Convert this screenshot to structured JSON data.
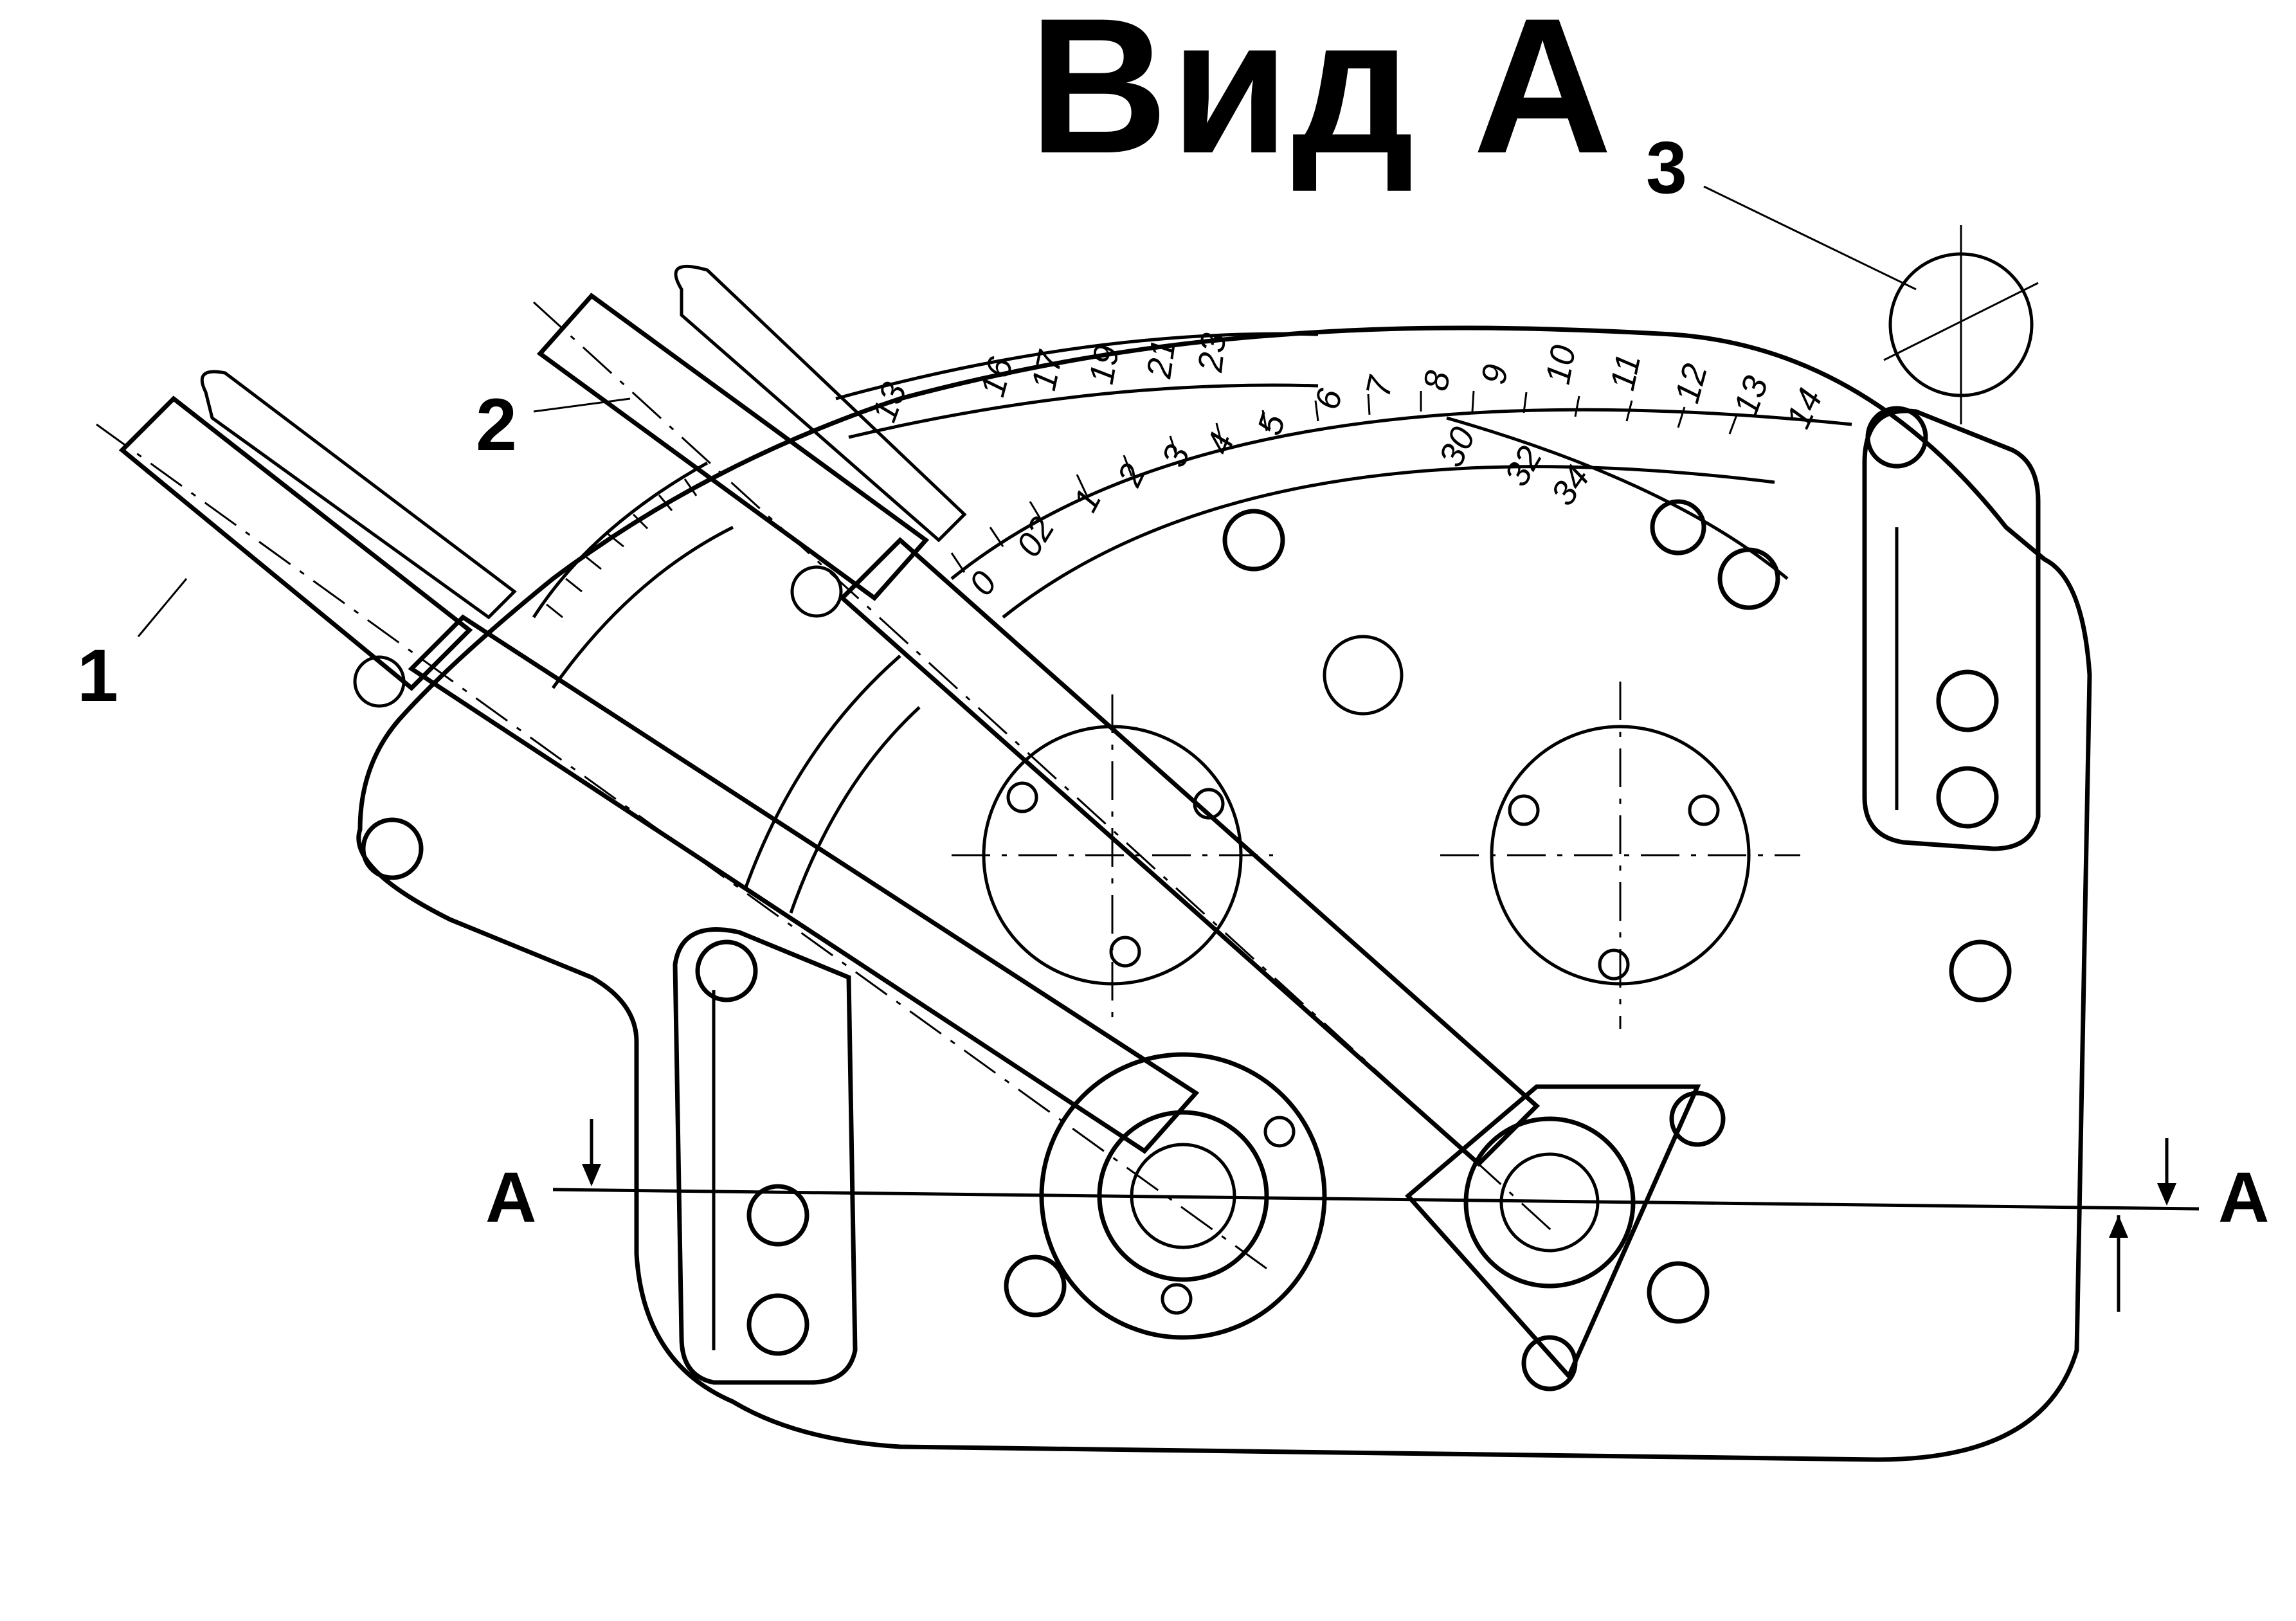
{
  "view_title": "Вид А",
  "callouts": {
    "lever_1": "1",
    "lever_2": "2",
    "roller_3": "3"
  },
  "section": {
    "left": "А",
    "right": "А"
  },
  "scale_outer": [
    "13",
    "16",
    "17",
    "19",
    "21",
    "23"
  ],
  "scale_middle": [
    "0",
    "02",
    "1",
    "2",
    "3",
    "4",
    "5",
    "6",
    "7",
    "8",
    "9",
    "10",
    "11",
    "12",
    "13",
    "14"
  ],
  "scale_inner": [
    "30",
    "32",
    "34"
  ]
}
